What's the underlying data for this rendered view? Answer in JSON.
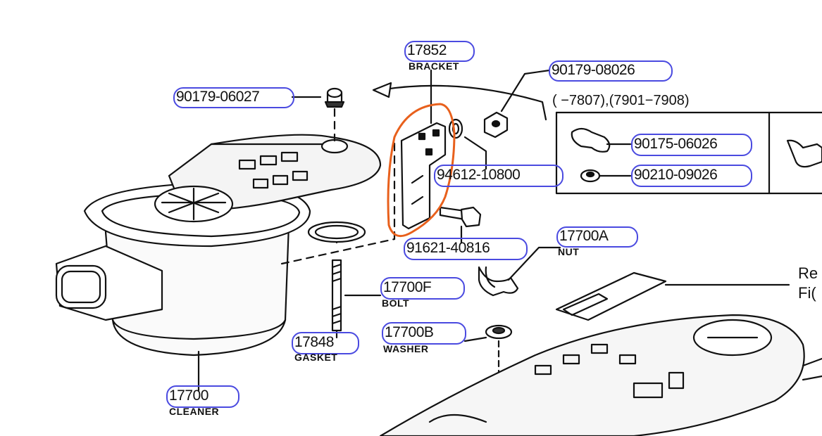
{
  "parts": {
    "p17852": {
      "number": "17852",
      "name": "BRACKET"
    },
    "p90179_08026": {
      "number": "90179-08026"
    },
    "p90179_06027": {
      "number": "90179-06027"
    },
    "p94612_10800": {
      "number": "94612-10800"
    },
    "p90175_06026": {
      "number": "90175-06026"
    },
    "p90210_09026": {
      "number": "90210-09026"
    },
    "p91621_40816": {
      "number": "91621-40816"
    },
    "p17700A": {
      "number": "17700A",
      "name": "NUT"
    },
    "p17700F": {
      "number": "17700F",
      "name": "BOLT"
    },
    "p17848": {
      "number": "17848",
      "name": "GASKET"
    },
    "p17700B": {
      "number": "17700B",
      "name": "WASHER"
    },
    "p17700": {
      "number": "17700",
      "name": "CLEANER"
    }
  },
  "date_range": "(        −7807),(7901−7908)",
  "side_note": {
    "line1": "Re",
    "line2": "Fi("
  },
  "colors": {
    "highlight_oval": "#4a4ae0",
    "bracket_outline": "#e8601c",
    "line_art": "#111111"
  }
}
